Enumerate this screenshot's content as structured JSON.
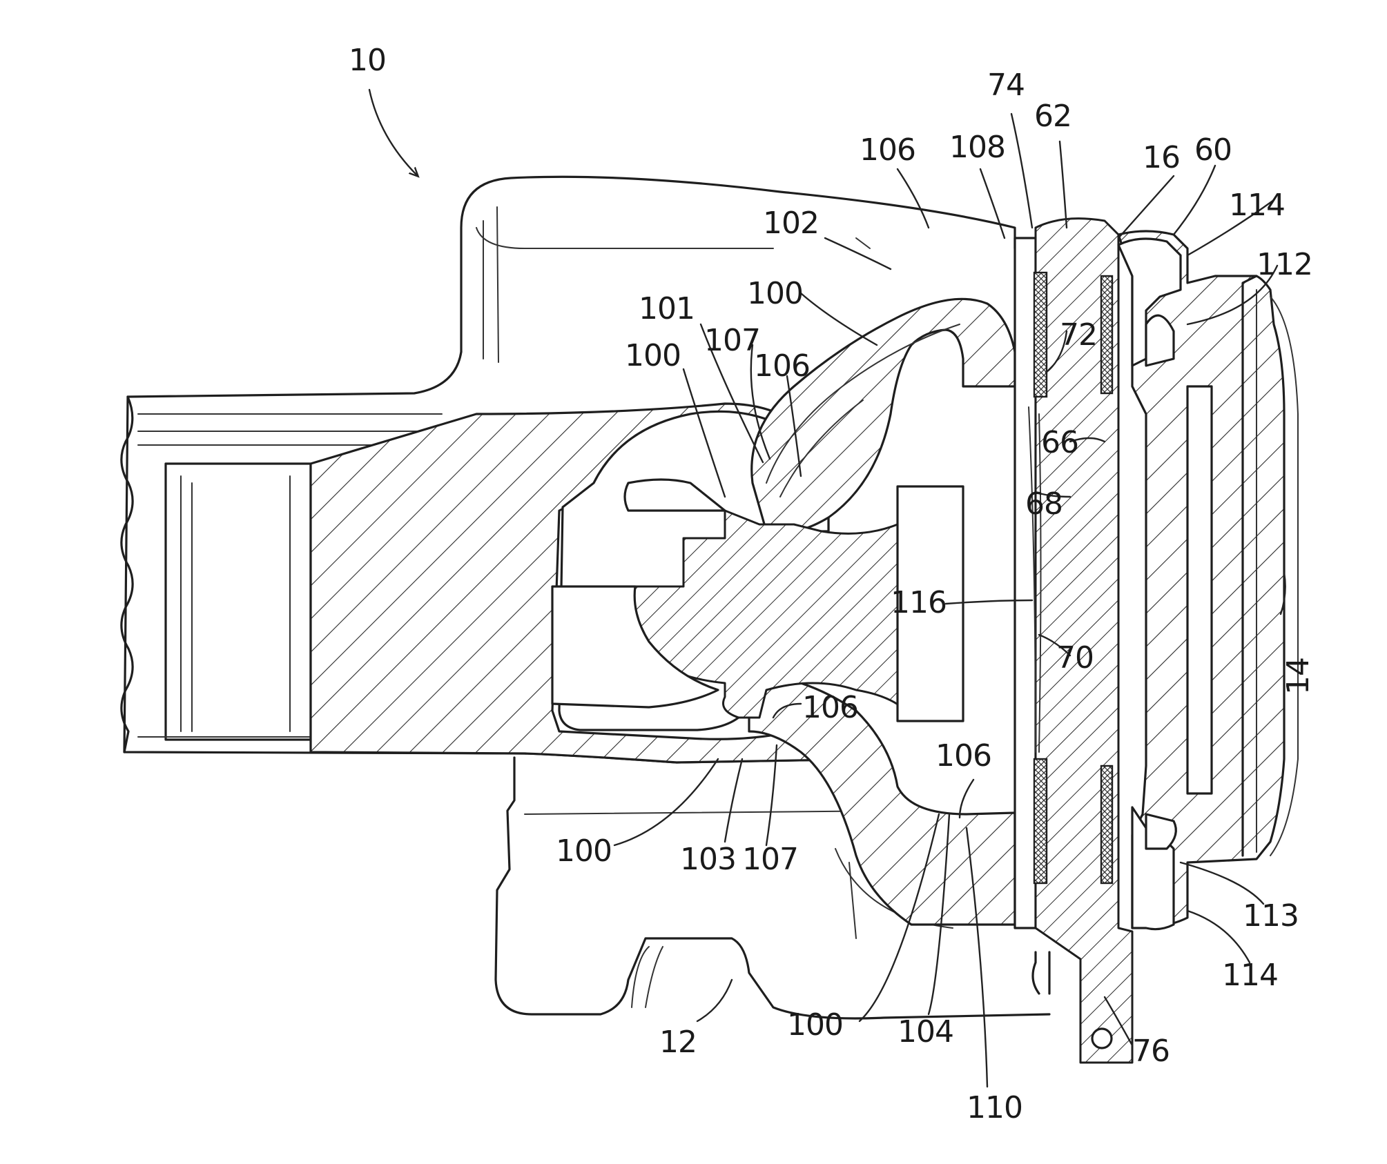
{
  "figure": {
    "labels": [
      {
        "id": "ref-10",
        "text": "10"
      },
      {
        "id": "ref-74",
        "text": "74"
      },
      {
        "id": "ref-62",
        "text": "62"
      },
      {
        "id": "ref-106-top",
        "text": "106"
      },
      {
        "id": "ref-108",
        "text": "108"
      },
      {
        "id": "ref-16",
        "text": "16"
      },
      {
        "id": "ref-60",
        "text": "60"
      },
      {
        "id": "ref-114-top",
        "text": "114"
      },
      {
        "id": "ref-112",
        "text": "112"
      },
      {
        "id": "ref-102",
        "text": "102"
      },
      {
        "id": "ref-100-upper",
        "text": "100"
      },
      {
        "id": "ref-101",
        "text": "101"
      },
      {
        "id": "ref-107-upper",
        "text": "107"
      },
      {
        "id": "ref-100-left",
        "text": "100"
      },
      {
        "id": "ref-106-mid",
        "text": "106"
      },
      {
        "id": "ref-72",
        "text": "72"
      },
      {
        "id": "ref-66",
        "text": "66"
      },
      {
        "id": "ref-68",
        "text": "68"
      },
      {
        "id": "ref-116",
        "text": "116"
      },
      {
        "id": "ref-70",
        "text": "70"
      },
      {
        "id": "ref-14",
        "text": "14"
      },
      {
        "id": "ref-106-low",
        "text": "106"
      },
      {
        "id": "ref-106-bot",
        "text": "106"
      },
      {
        "id": "ref-100-low",
        "text": "100"
      },
      {
        "id": "ref-103",
        "text": "103"
      },
      {
        "id": "ref-107-low",
        "text": "107"
      },
      {
        "id": "ref-113",
        "text": "113"
      },
      {
        "id": "ref-114-bot",
        "text": "114"
      },
      {
        "id": "ref-12",
        "text": "12"
      },
      {
        "id": "ref-100-bot",
        "text": "100"
      },
      {
        "id": "ref-104",
        "text": "104"
      },
      {
        "id": "ref-76",
        "text": "76"
      },
      {
        "id": "ref-110",
        "text": "110"
      }
    ]
  }
}
